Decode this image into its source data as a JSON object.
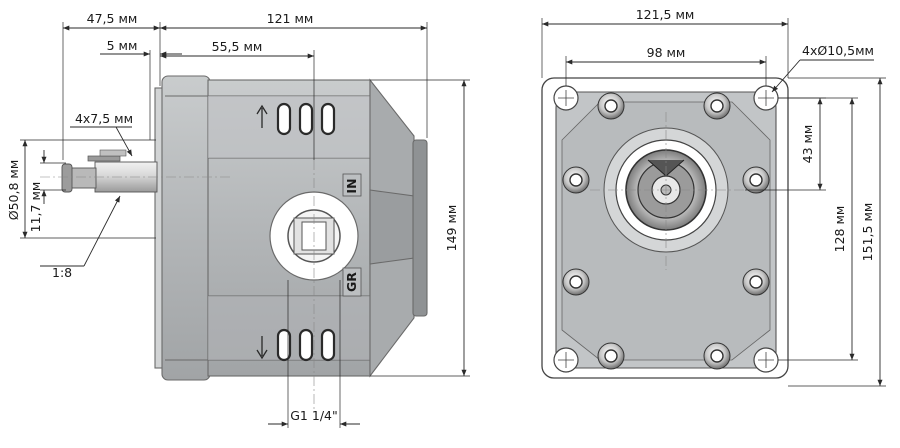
{
  "labels": {
    "dim_47_5": "47,5 мм",
    "dim_121": "121 мм",
    "dim_5": "5 мм",
    "dim_55_5": "55,5 мм",
    "dim_4x7_5": "4x7,5 мм",
    "dim_50_8": "Ø50,8 мм",
    "dim_11_7": "11,7 мм",
    "dim_1_8": "1:8",
    "dim_149": "149 мм",
    "dim_g1_4": "G1 1/4\"",
    "dim_121_5": "121,5 мм",
    "dim_98": "98 мм",
    "dim_4x10_5": "4xØ10,5мм",
    "dim_43": "43 мм",
    "dim_128": "128 мм",
    "dim_151_5": "151,5 мм",
    "marking_in": "IN",
    "marking_gr": "GR"
  },
  "colors": {
    "body_light": "#b8bbbd",
    "body_mid": "#a4a7a9",
    "body_dark": "#8d9092",
    "plate": "#c5c8ca",
    "line": "#2a2a2a"
  }
}
